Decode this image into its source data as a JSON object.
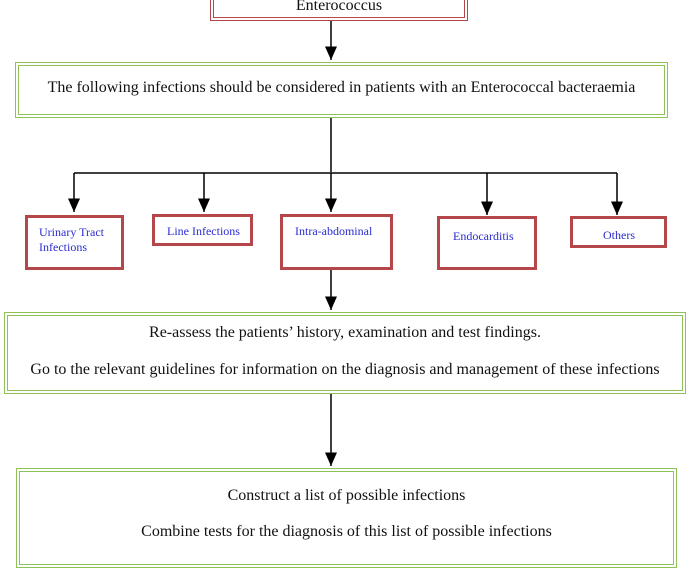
{
  "top_node": {
    "label": "Enterococcus"
  },
  "consider_box": {
    "label": "The following infections should be considered in patients with an Enterococcal bacteraemia"
  },
  "infections": [
    {
      "label": "Urinary Tract Infections"
    },
    {
      "label": "Line Infections"
    },
    {
      "label": "Intra-abdominal"
    },
    {
      "label": "Endocarditis"
    },
    {
      "label": "Others"
    }
  ],
  "reassess_box": {
    "line1": "Re-assess the patients’ history, examination and test findings.",
    "line2": "Go to the relevant guidelines for information on the diagnosis and management of these infections"
  },
  "construct_box": {
    "line1": "Construct a list of possible infections",
    "line2": "Combine tests for the diagnosis of this list of possible infections"
  },
  "colors": {
    "border_red": "#b5474b",
    "border_green": "#8fc256",
    "infection_text": "#2b2bd0"
  }
}
